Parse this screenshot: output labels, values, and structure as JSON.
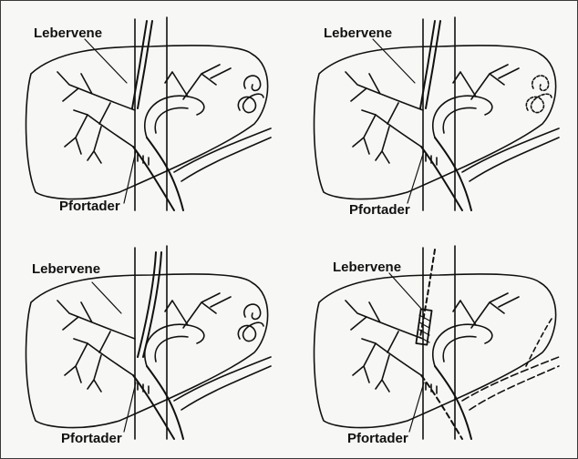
{
  "panels": [
    {
      "id": "top-left",
      "hepatic_vein_label": "Lebervene",
      "portal_vein_label": "Pfortader"
    },
    {
      "id": "top-right",
      "hepatic_vein_label": "Lebervene",
      "portal_vein_label": "Pfortader"
    },
    {
      "id": "bottom-left",
      "hepatic_vein_label": "Lebervene",
      "portal_vein_label": "Pfortader"
    },
    {
      "id": "bottom-right",
      "hepatic_vein_label": "Lebervene",
      "portal_vein_label": "Pfortader"
    }
  ],
  "colors": {
    "ink": "#111111",
    "background": "#f7f7f5",
    "frame": "#3a3a3a"
  }
}
